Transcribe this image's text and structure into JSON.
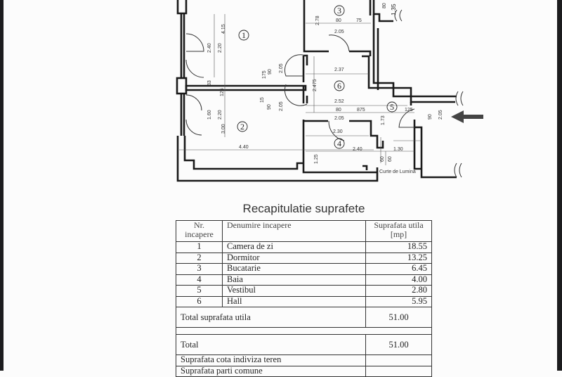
{
  "plan": {
    "rooms": [
      "1",
      "2",
      "3",
      "4",
      "5",
      "6"
    ],
    "labels": [
      "4.15",
      "2.40",
      "2.20",
      "2.78",
      "80",
      "75",
      "2.05",
      "2.37",
      "2.475",
      "175",
      "90",
      "2.05",
      "33",
      "125",
      "15",
      "90",
      "2.05",
      "2.52",
      "80",
      "875",
      "2.05",
      "125",
      "90",
      "2.05",
      "1.73",
      "1.60",
      "2.20",
      "3.00",
      "4.40",
      "2.30",
      "2.40",
      "1.25",
      "1.30",
      "60",
      "60",
      "80",
      "1.35"
    ],
    "courtyard_label": "Curte de Lumina",
    "entrance_arrow": "arrow-left-icon"
  },
  "summary": {
    "title": "Recapitulatie suprafete",
    "headers": {
      "nr": "Nr. incapere",
      "name": "Denumire incapere",
      "area": "Suprafata utila [mp]"
    },
    "rows": [
      {
        "nr": "1",
        "name": "Camera  de zi",
        "area": "18.55"
      },
      {
        "nr": "2",
        "name": "Dormitor",
        "area": "13.25"
      },
      {
        "nr": "3",
        "name": "Bucatarie",
        "area": "6.45"
      },
      {
        "nr": "4",
        "name": "Baia",
        "area": "4.00"
      },
      {
        "nr": "5",
        "name": "Vestibul",
        "area": "2.80"
      },
      {
        "nr": "6",
        "name": "Hall",
        "area": "5.95"
      }
    ],
    "total_useful_label": "Total suprafata utila",
    "total_useful_value": "51.00",
    "total_label": "Total",
    "total_value": "51.00",
    "land_share_label": "Suprafata cota indiviza teren",
    "common_parts_label": "Suprafata parti comune"
  }
}
